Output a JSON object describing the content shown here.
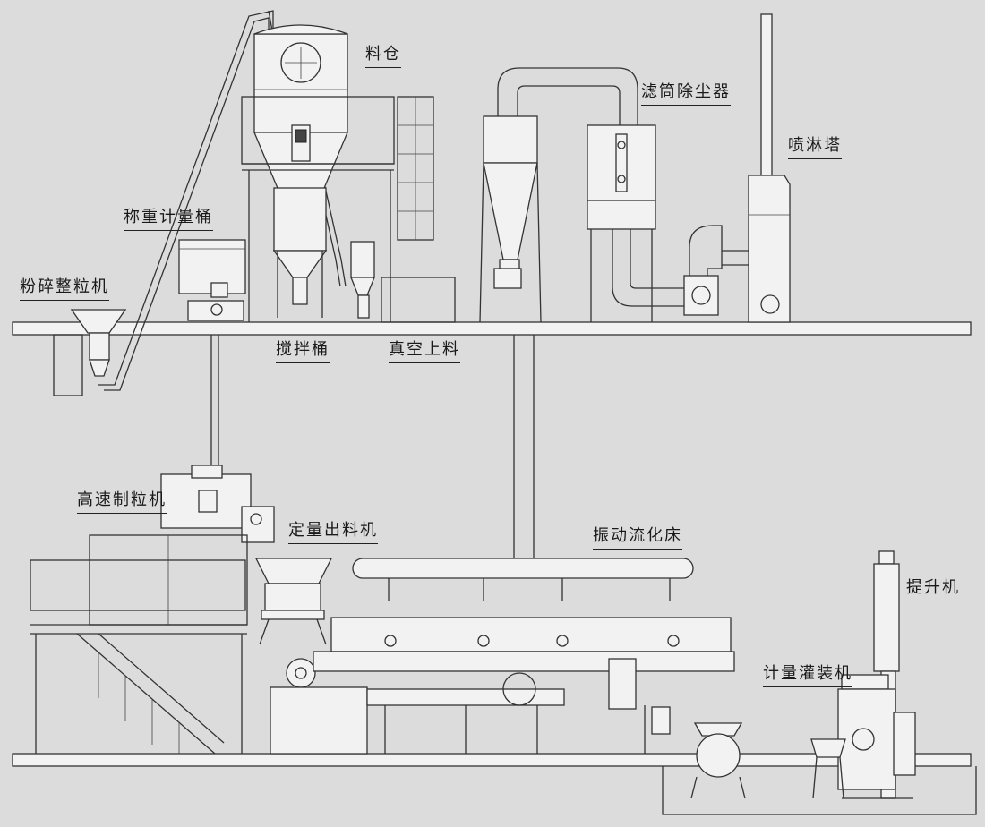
{
  "labels": {
    "silo": "料仓",
    "filter_dust_collector": "滤筒除尘器",
    "spray_tower": "喷淋塔",
    "weighing_bucket": "称重计量桶",
    "crushing_granulator": "粉碎整粒机",
    "mixing_bucket": "搅拌桶",
    "vacuum_feeding": "真空上料",
    "high_speed_granulator": "高速制粒机",
    "quantitative_discharger": "定量出料机",
    "vibrating_fluid_bed": "振动流化床",
    "elevator": "提升机",
    "metering_filling_machine": "计量灌装机"
  },
  "colors": {
    "background": "#dcdcdc",
    "equipment_fill": "#f2f2f2",
    "line": "#333333"
  }
}
